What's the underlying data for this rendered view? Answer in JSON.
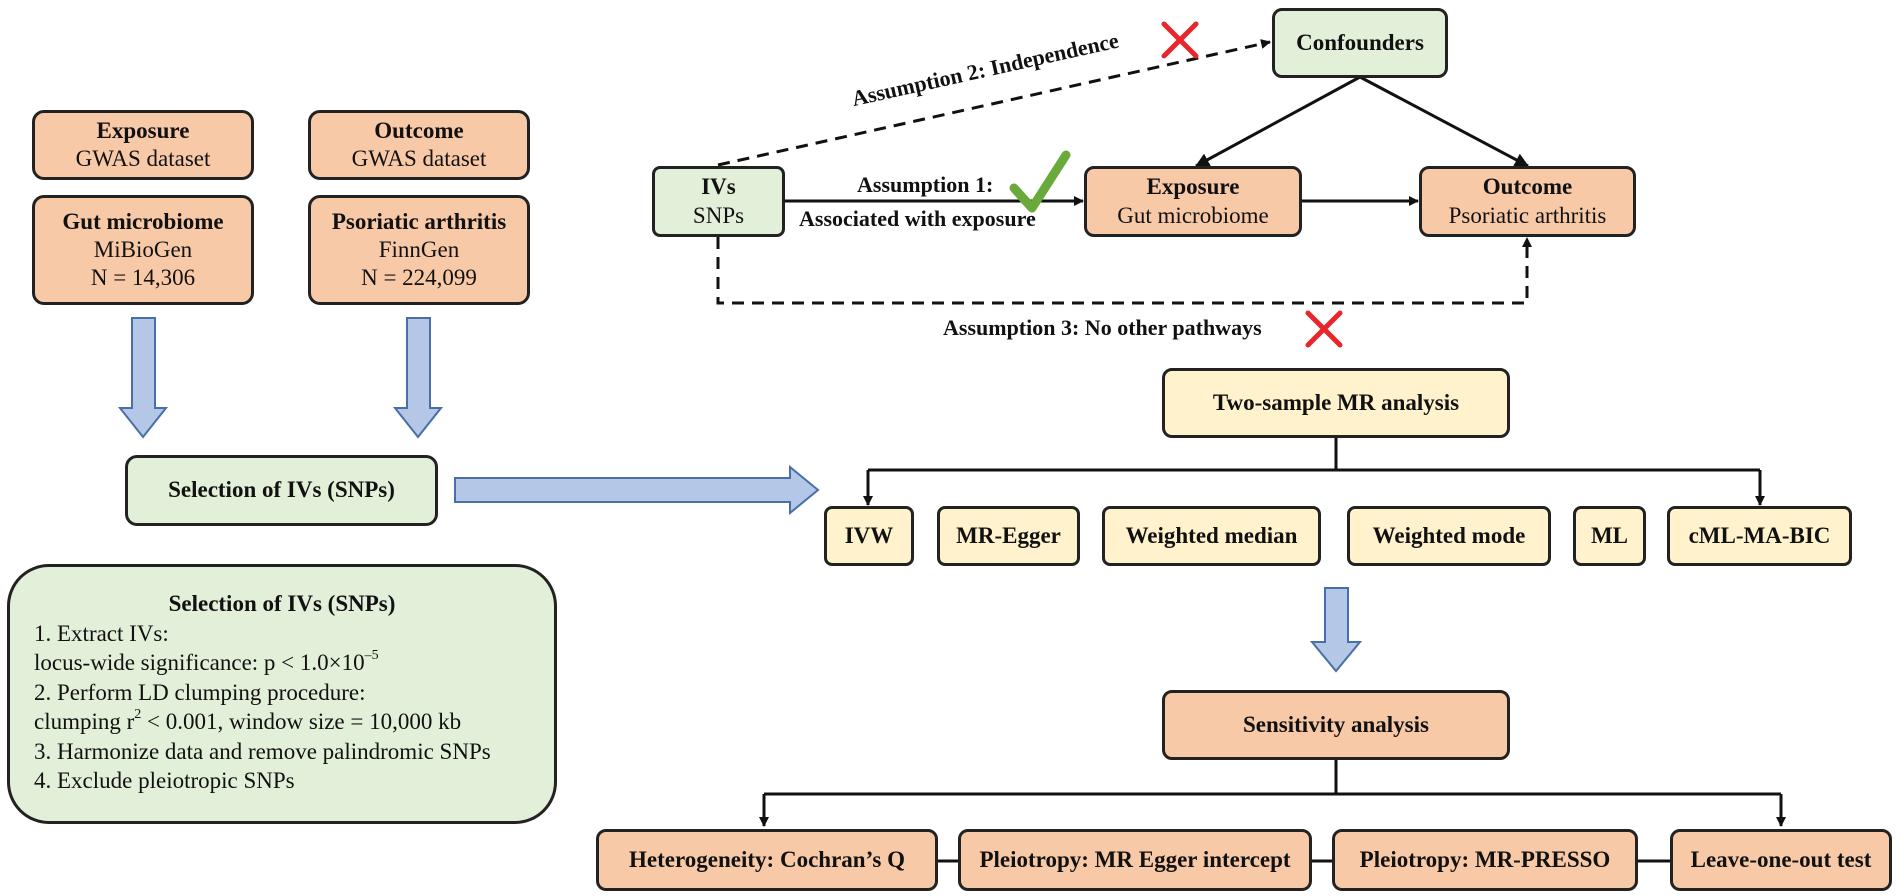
{
  "data_sources": {
    "exposure": {
      "title": "Exposure",
      "subtitle": "GWAS dataset",
      "trait": "Gut microbiome",
      "source": "MiBioGen",
      "sample": "N = 14,306"
    },
    "outcome": {
      "title": "Outcome",
      "subtitle": "GWAS dataset",
      "trait": "Psoriatic arthritis",
      "source": "FinnGen",
      "sample": "N = 224,099"
    }
  },
  "selection_box": {
    "label": "Selection of IVs (SNPs)"
  },
  "selection_detail": {
    "title": "Selection of IVs (SNPs)",
    "step1": "1. Extract IVs:",
    "step1_detail_pre": "locus-wide significance: p < 1.0×10",
    "step1_detail_sup": "–5",
    "step2": "2. Perform LD clumping procedure:",
    "step2_detail_pre": "clumping r",
    "step2_detail_sup": "2",
    "step2_detail_post": " < 0.001, window size = 10,000 kb",
    "step3": "3. Harmonize data and remove palindromic SNPs",
    "step4": "4. Exclude pleiotropic SNPs"
  },
  "mr_model": {
    "confounders": "Confounders",
    "ivs_title": "IVs",
    "ivs_subtitle": "SNPs",
    "exposure_title": "Exposure",
    "exposure_subtitle": "Gut microbiome",
    "outcome_title": "Outcome",
    "outcome_subtitle": "Psoriatic arthritis",
    "assumption1_line1": "Assumption 1:",
    "assumption1_line2": "Associated with exposure",
    "assumption2": "Assumption 2: Independence",
    "assumption3": "Assumption 3: No other pathways",
    "check_color": "#6aaa3a",
    "cross_color": "#e8262b"
  },
  "analysis": {
    "title": "Two-sample MR analysis",
    "methods": [
      "IVW",
      "MR-Egger",
      "Weighted median",
      "Weighted mode",
      "ML",
      "cML-MA-BIC"
    ]
  },
  "sensitivity": {
    "title": "Sensitivity analysis",
    "tests": [
      "Heterogeneity: Cochran’s Q",
      "Pleiotropy: MR Egger intercept",
      "Pleiotropy: MR-PRESSO",
      "Leave-one-out test"
    ]
  },
  "colors": {
    "orange": "#f8c9a7",
    "green": "#e2efd9",
    "yellow": "#fff2cc",
    "arrow_fill": "#b4c7e7",
    "arrow_stroke": "#4a6ea8"
  }
}
